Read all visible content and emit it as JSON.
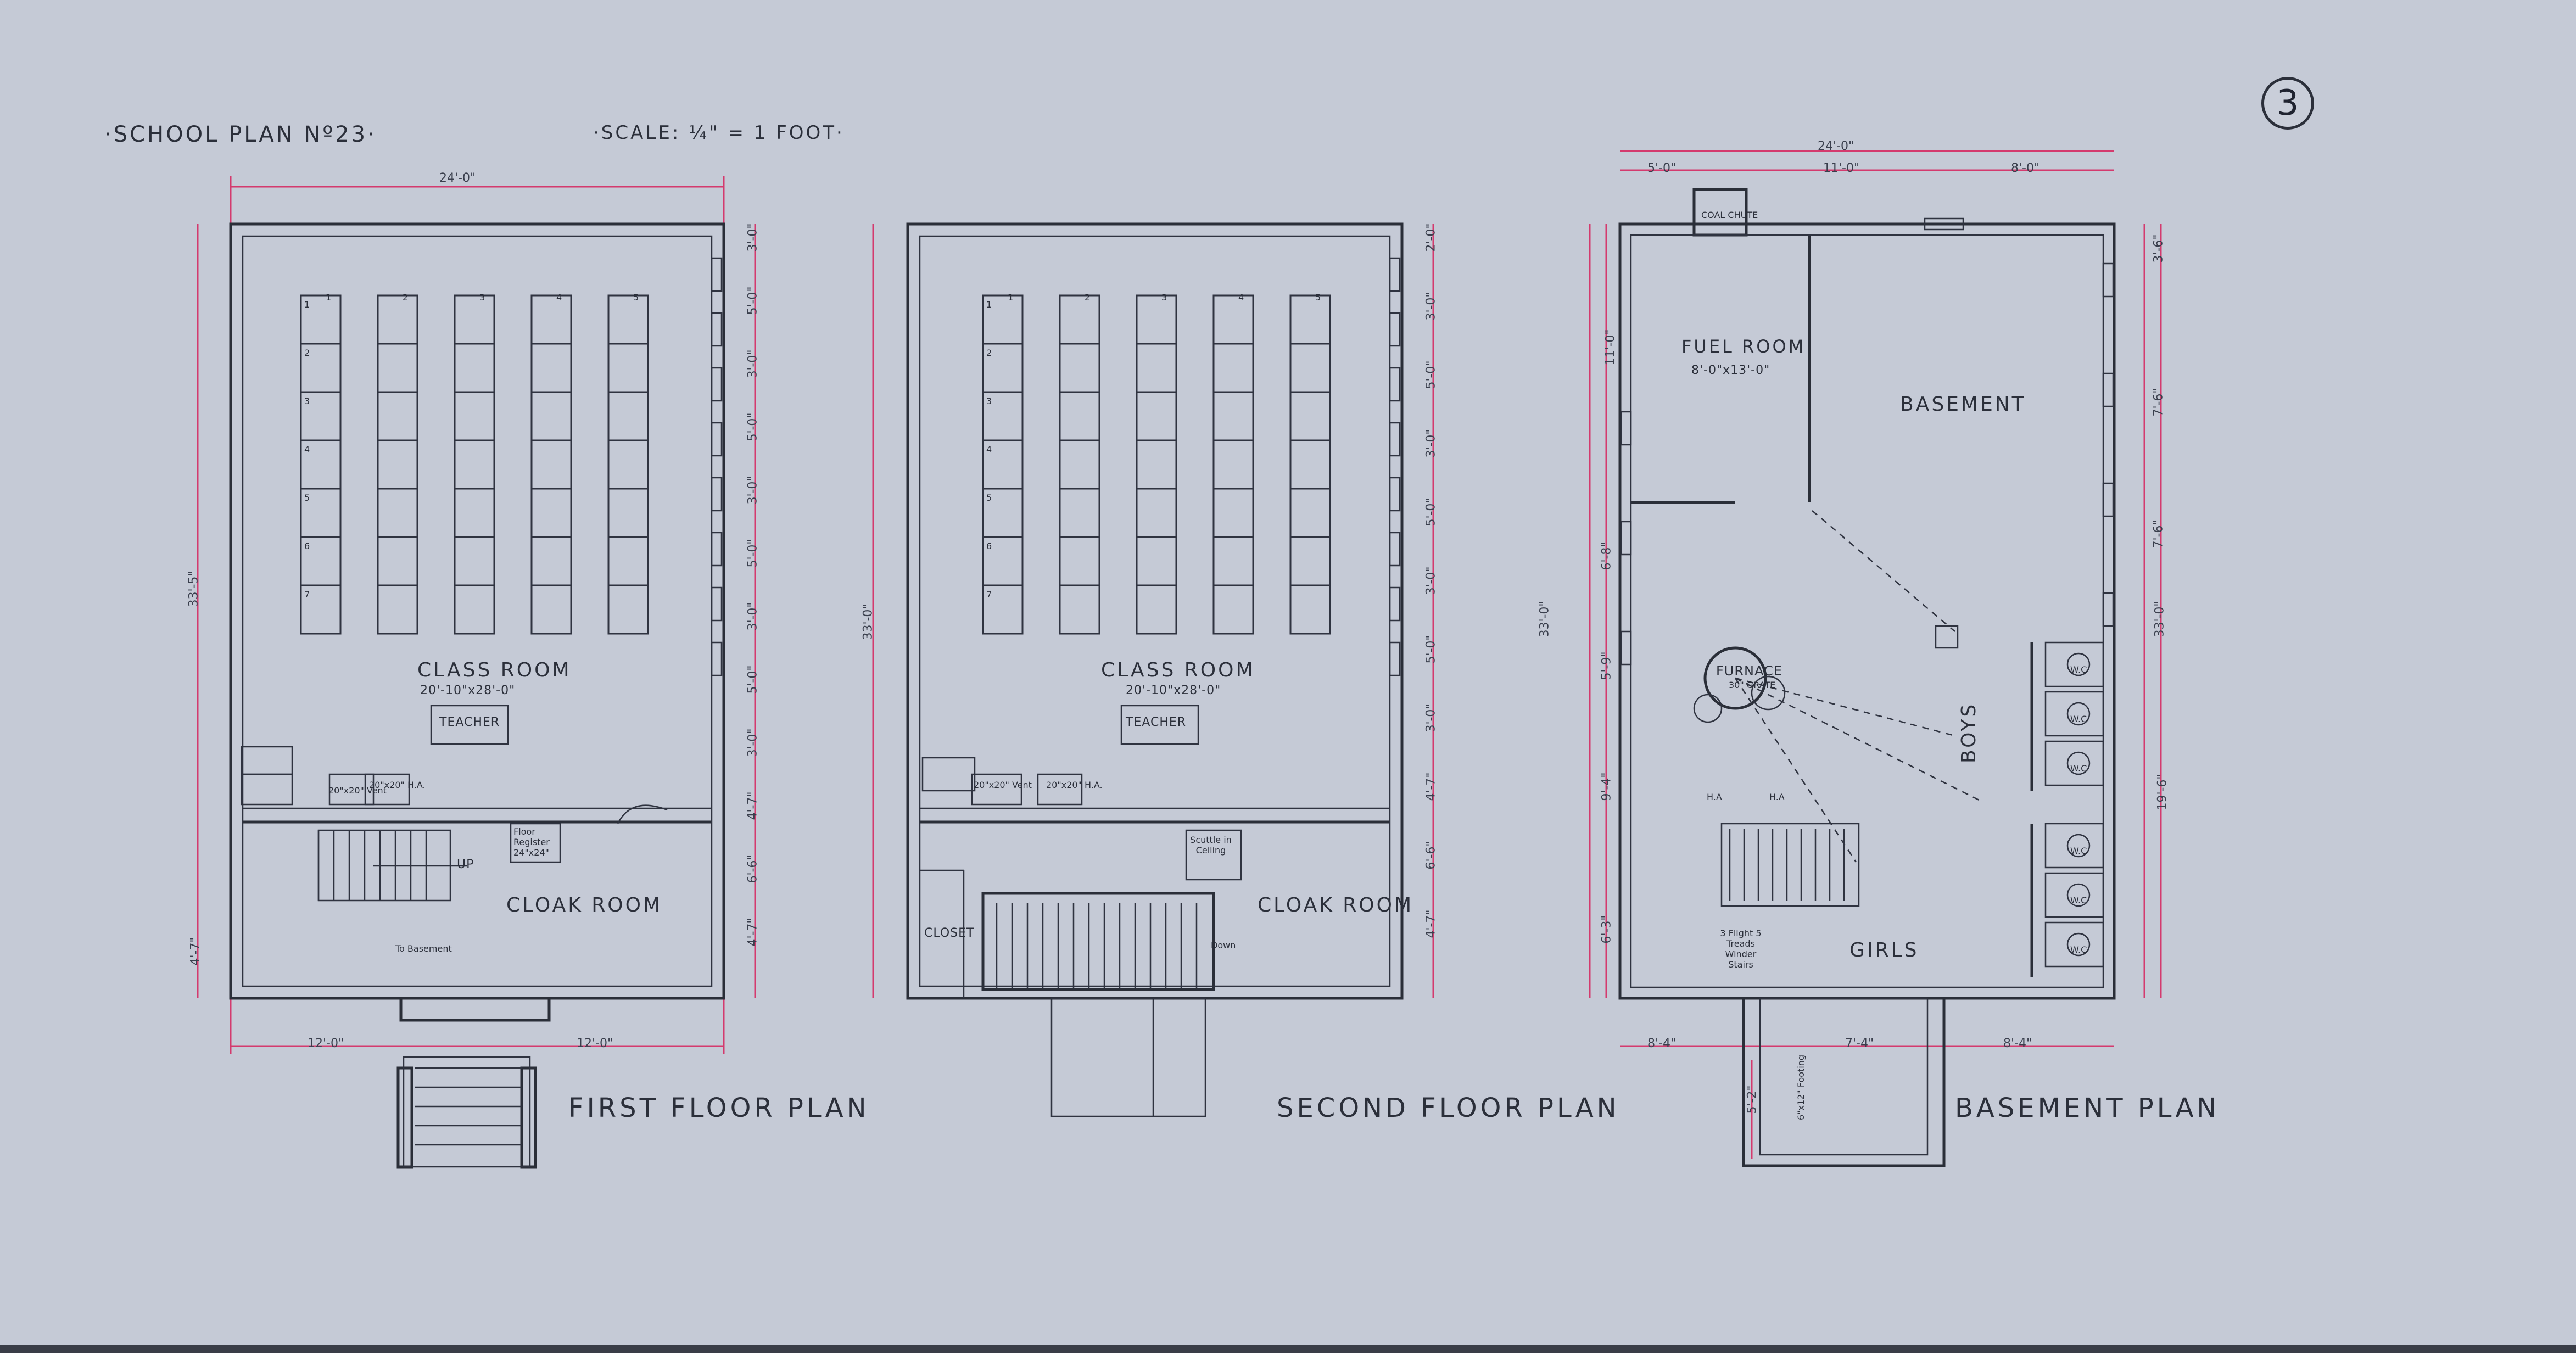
{
  "sheet": {
    "title": "·SCHOOL PLAN Nº23·",
    "scale": "·SCALE: ¼\" = 1 FOOT·",
    "sheet_number": "3"
  },
  "first_floor": {
    "plan_title": "FIRST FLOOR PLAN",
    "class_room": "CLASS ROOM",
    "class_room_size": "20'-10\"x28'-0\"",
    "teacher": "TEACHER",
    "cloak_room": "CLOAK ROOM",
    "up": "UP",
    "floor_register": "Floor Register 24\"x24\"",
    "to_basement": "To Basement",
    "vent_label": "20\"x20\" Vent",
    "ha_label": "20\"x20\" H.A.",
    "dims": {
      "top": "24'-0\"",
      "left": "33'-5\"",
      "bottom_left": "12'-0\"",
      "bottom_right": "12'-0\"",
      "right": [
        "3'-0\"",
        "5'-0\"",
        "3'-0\"",
        "5'-0\"",
        "3'-0\"",
        "5'-0\"",
        "3'-0\"",
        "5'-0\"",
        "3'-0\"",
        "4'-7\"",
        "6'-6\"",
        "4'-7\""
      ],
      "cloak_left": "4'-7\""
    }
  },
  "second_floor": {
    "plan_title": "SECOND FLOOR PLAN",
    "class_room": "CLASS ROOM",
    "class_room_size": "20'-10\"x28'-0\"",
    "teacher": "TEACHER",
    "cloak_room": "CLOAK ROOM",
    "closet": "CLOSET",
    "scuttle": "Scuttle in Ceiling",
    "down": "Down",
    "vent_label": "20\"x20\" Vent",
    "ha_label": "20\"x20\" H.A.",
    "dims": {
      "left": "33'-0\"",
      "right": [
        "2'-0\"",
        "3'-0\"",
        "5'-0\"",
        "3'-0\"",
        "5'-0\"",
        "3'-0\"",
        "5'-0\"",
        "3'-0\"",
        "4'-7\"",
        "6'-6\"",
        "4'-7\""
      ]
    }
  },
  "basement": {
    "plan_title": "BASEMENT PLAN",
    "coal_chute": "COAL CHUTE",
    "fuel_room": "FUEL ROOM",
    "fuel_room_size": "8'-0\"x13'-0\"",
    "basement": "BASEMENT",
    "furnace": "FURNACE",
    "furnace_grate": "30\" GRATE",
    "boys": "BOYS",
    "girls": "GIRLS",
    "wc": "W.C",
    "winder_stairs": "3 Flight 5 Treads Winder Stairs",
    "footing": "6\"x12\" Footing",
    "ha": "H.A",
    "dims": {
      "top": "24'-0\"",
      "top_parts": [
        "5'-0\"",
        "11'-0\"",
        "8'-0\""
      ],
      "left": "33'-0\"",
      "left_parts": [
        "11'-0\"",
        "6'-8\"",
        "5'-9\"",
        "9'-4\"",
        "6'-3\""
      ],
      "right": "33'-0\"",
      "right_parts": [
        "3'-6\"",
        "7'-6\"",
        "7'-6\"",
        "19'-6\""
      ],
      "bottom": [
        "8'-4\"",
        "7'-4\"",
        "8'-4\""
      ],
      "stair_well": "5'-2\""
    }
  },
  "desk_rows": [
    "1",
    "2",
    "3",
    "4",
    "5",
    "6",
    "7"
  ],
  "desk_cols": [
    "1",
    "2",
    "3",
    "4",
    "5"
  ]
}
